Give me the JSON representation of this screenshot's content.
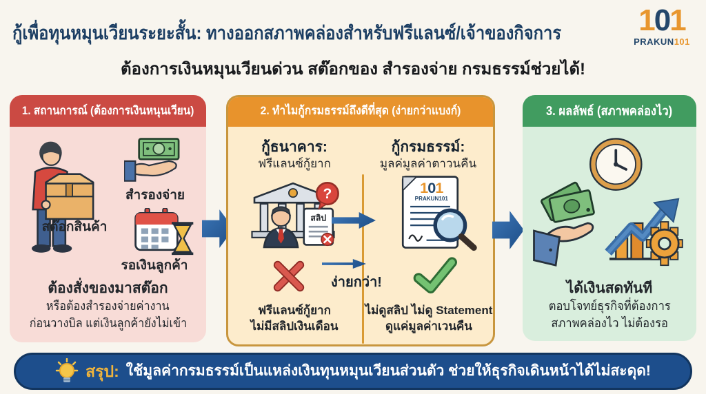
{
  "header": {
    "title": "กู้เพื่อทุนหมุนเวียนระยะสั้น: ทางออกสภาพคล่องสำหรับฟรีแลนซ์/เจ้าของกิจการ",
    "subtitle": "ต้องการเงินหมุนเวียนด่วน สต๊อกของ สำรองจ่าย กรมธรรม์ช่วยได้!",
    "logo": {
      "d1": "1",
      "d0": "0",
      "d2": "1",
      "brand": "PRAKUN",
      "brand_num": "101"
    }
  },
  "panel1": {
    "header": "1. สถานการณ์ (ต้องการเงินหนุนเวียน)",
    "label_reserve": "สำรองจ่าย",
    "label_stock": "สต๊อกสินค้า",
    "label_wait": "รอเงินลูกค้า",
    "caption_bold": "ต้องสั่งของมาสต๊อก",
    "caption_line1": "หรือต้องสำรองจ่ายค่างาน",
    "caption_line2": "ก่อนวางบิล แต่เงินลูกค้ายังไม่เข้า"
  },
  "panel2": {
    "header": "2. ทำไมกู้กรมธรรม์ถึงดีที่สุด (ง่ายกว่าแบงก์)",
    "bank": {
      "title": "กู้ธนาคาร:",
      "subtitle": "ฟรีแลนซ์กู้ยาก",
      "slip_label": "สลิป",
      "con_line1": "ฟรีแลนซ์กู้ยาก",
      "con_line2": "ไม่มีสลิปเงินเดือน"
    },
    "policy": {
      "title": "กู้กรมธรรม์:",
      "subtitle": "มูลค่มูลค่าตาวนคืน",
      "doc_d1": "1",
      "doc_d0": "0",
      "doc_d2": "1",
      "doc_brand": "PRAKUN101",
      "pro_line1": "ไม่ดูสลิป ไม่ดู Statement",
      "pro_line2": "ดูแค่มูลค่าเวนคืน"
    },
    "easier": "ง่ายกว่า!"
  },
  "panel3": {
    "header": "3. ผลลัพธ์ (สภาพคล่องไว)",
    "caption_bold": "ได้เงินสดทันที",
    "caption_line1": "ตอบโจทย์ธุรกิจที่ต้องการ",
    "caption_line2": "สภาพคล่องไว ไม่ต้องรอ"
  },
  "footer": {
    "label": "สรุป:",
    "text": "ใช้มูลค่ากรมธรรม์เป็นแหล่งเงินทุนหมุนเวียนส่วนตัว ช่วยให้ธุรกิจเดินหน้าได้ไม่สะดุด!"
  },
  "colors": {
    "title_navy": "#1c3e63",
    "panel1_red": "#cb4a43",
    "panel1_pink": "#f8dcd7",
    "panel2_orange": "#e8932c",
    "panel2_cream": "#fdeccc",
    "panel2_border": "#c8963e",
    "panel3_green": "#419c60",
    "panel3_light": "#d9eedd",
    "footer_navy": "#1d4e8c",
    "arrow_blue": "#2a5f9e",
    "accent_gold": "#f0b43c"
  }
}
